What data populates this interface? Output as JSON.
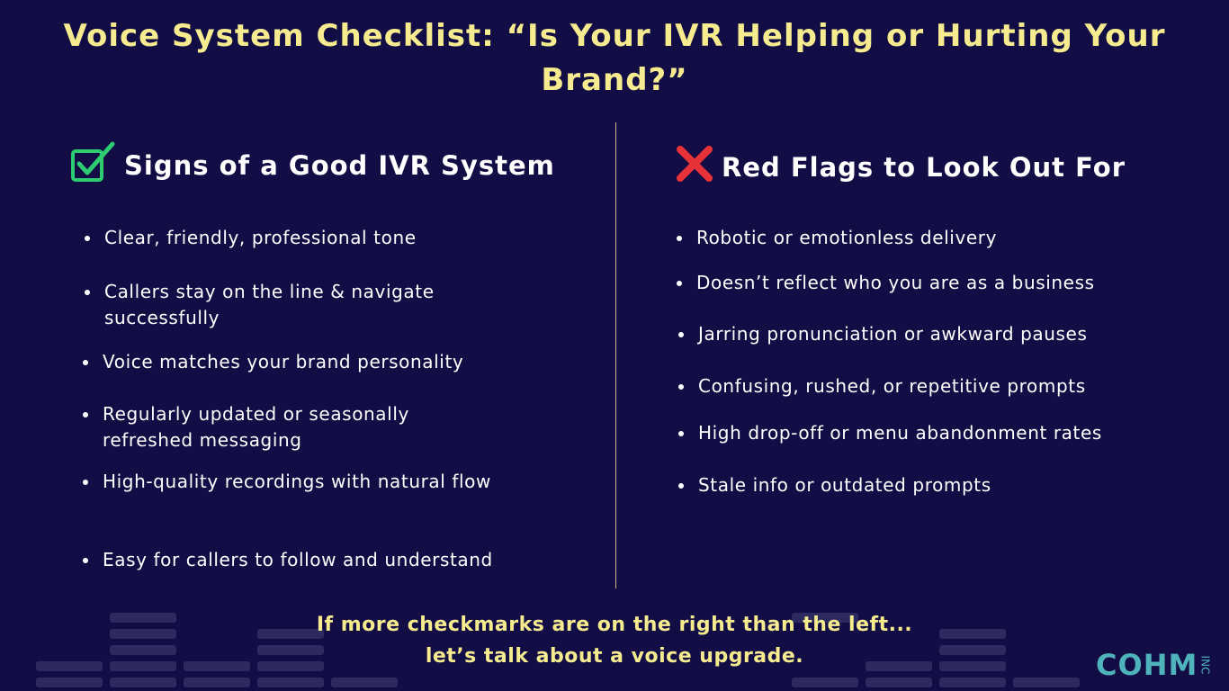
{
  "title": "Voice System Checklist: “Is Your IVR Helping or Hurting Your Brand?”",
  "colors": {
    "title": "#f6ec8f",
    "background": "#120d44",
    "check": "#2ecc71",
    "cross": "#e8323a",
    "logo": "#4fb3bb"
  },
  "good": {
    "icon": "checkbox-check-icon",
    "heading": "Signs of a Good IVR System",
    "items": [
      "Clear, friendly, professional tone",
      "Callers stay on the line & navigate successfully",
      "Voice matches your brand personality",
      "Regularly updated or seasonally refreshed messaging",
      "High-quality recordings with natural flow",
      "Easy for callers to follow and understand"
    ]
  },
  "bad": {
    "icon": "red-x-icon",
    "heading": "Red Flags to Look Out For",
    "items": [
      "Robotic or emotionless delivery",
      "Doesn’t reflect who you are as a business",
      "Jarring pronunciation or awkward pauses",
      "Confusing, rushed, or repetitive prompts",
      "High drop-off or menu abandonment rates",
      "Stale info or outdated prompts"
    ]
  },
  "footer": "If more checkmarks are on the right than the left... let’s talk about a voice upgrade.",
  "logo": {
    "text": "COHM",
    "suffix": "INC"
  }
}
